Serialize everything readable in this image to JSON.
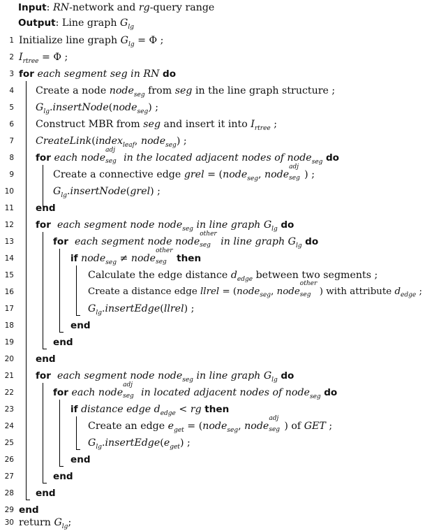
{
  "header": {
    "input_label": "Input",
    "input_text": "RN-network and rg-query range",
    "output_label": "Output",
    "output_text": "Line graph G"
  },
  "lines": [
    {
      "n": "1",
      "text": "Initialize line graph G = Φ ;"
    },
    {
      "n": "2",
      "text": "I_rtree = Φ ;"
    },
    {
      "n": "3",
      "text": "for each segment seg in RN do"
    },
    {
      "n": "4",
      "text": "Create a node node_seg from seg in the line graph structure ;"
    },
    {
      "n": "5",
      "text": "G_lg.insertNode(node_seg) ;"
    },
    {
      "n": "6",
      "text": "Construct MBR from seg and insert it into I_rtree ;"
    },
    {
      "n": "7",
      "text": "CreateLink(index_leaf, node_seg) ;"
    },
    {
      "n": "8",
      "text": "for each node_seg^adj in the located adjacent nodes of node_seg do"
    },
    {
      "n": "9",
      "text": "Create a connective edge grel = (node_seg, node_seg^adj) ;"
    },
    {
      "n": "10",
      "text": "G_lg.insertNode(grel) ;"
    },
    {
      "n": "11",
      "text": "end"
    },
    {
      "n": "12",
      "text": "for each segment node node_seg in line graph G_lg do"
    },
    {
      "n": "13",
      "text": "for each segment node node_seg^other in line graph G_lg do"
    },
    {
      "n": "14",
      "text": "if node_seg ≠ node_seg^other then"
    },
    {
      "n": "15",
      "text": "Calculate the edge distance d_edge between two segments ;"
    },
    {
      "n": "16",
      "text": "Create a distance edge llrel = (node_seg, node_seg^other) with attribute d_edge ;"
    },
    {
      "n": "17",
      "text": "G_lg.insertEdge(llrel) ;"
    },
    {
      "n": "18",
      "text": "end"
    },
    {
      "n": "19",
      "text": "end"
    },
    {
      "n": "20",
      "text": "end"
    },
    {
      "n": "21",
      "text": "for each segment node node_seg in line graph G_lg do"
    },
    {
      "n": "22",
      "text": "for each node_seg^adj in located adjacent nodes of node_seg do"
    },
    {
      "n": "23",
      "text": "if distance edge d_edge < rg then"
    },
    {
      "n": "24",
      "text": "Create an edge e_get = (node_seg, node_seg^adj) of GET ;"
    },
    {
      "n": "25",
      "text": "G_lg.insertEdge(e_get) ;"
    },
    {
      "n": "26",
      "text": "end"
    },
    {
      "n": "27",
      "text": "end"
    },
    {
      "n": "28",
      "text": "end"
    },
    {
      "n": "29",
      "text": "end"
    },
    {
      "n": "30",
      "text": "return G_lg;"
    }
  ]
}
